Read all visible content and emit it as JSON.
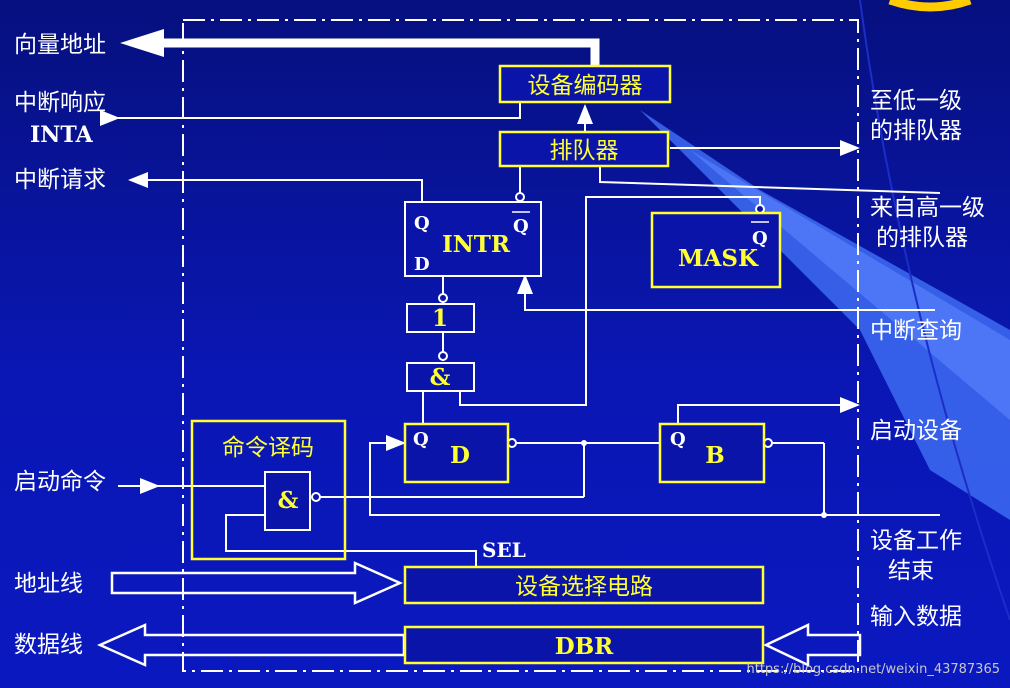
{
  "left_labels": {
    "vector_address": "向量地址",
    "int_response": "中断响应",
    "inta": "INTA",
    "int_request": "中断请求",
    "start_command": "启动命令",
    "address_bus": "地址线",
    "data_bus": "数据线"
  },
  "right_labels": {
    "to_lower_1": "至低一级",
    "to_lower_2": "的排队器",
    "from_higher_1": "来自高一级",
    "from_higher_2": "的排队器",
    "int_query": "中断查询",
    "start_device": "启动设备",
    "device_done_1": "设备工作",
    "device_done_2": "结束",
    "input_data": "输入数据"
  },
  "boxes": {
    "encoder": "设备编码器",
    "queue": "排队器",
    "intr": "INTR",
    "mask": "MASK",
    "not_gate": "1",
    "and_gate": "&",
    "decoder": "命令译码",
    "decoder_and": "&",
    "dff": "D",
    "bff": "B",
    "device_select": "设备选择电路",
    "dbr": "DBR"
  },
  "pins": {
    "q": "Q",
    "d": "D",
    "sel": "SEL"
  },
  "watermark": "https://blog.csdn.net/weixin_43787365",
  "colors": {
    "background": "#0a14a8",
    "box_border": "#ffff33",
    "box_text": "#ffff33",
    "line": "#ffffff"
  }
}
